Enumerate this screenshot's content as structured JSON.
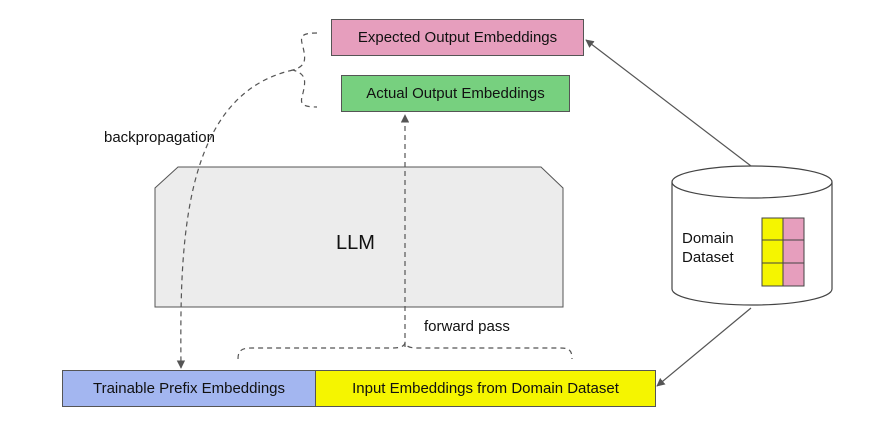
{
  "boxes": {
    "expected_output": {
      "label": "Expected Output Embeddings",
      "color": "#e69ebd"
    },
    "actual_output": {
      "label": "Actual Output Embeddings",
      "color": "#77d07f"
    },
    "trainable_prefix": {
      "label": "Trainable Prefix Embeddings",
      "color": "#a3b6f0"
    },
    "input_embeddings": {
      "label": "Input Embeddings from Domain Dataset",
      "color": "#f5f500"
    }
  },
  "llm": {
    "label": "LLM",
    "color": "#ececec"
  },
  "dataset": {
    "label": "Domain\nDataset",
    "cell_colors": [
      "#f5f500",
      "#e69ebd"
    ]
  },
  "annotations": {
    "backpropagation": "backpropagation",
    "forward_pass": "forward pass"
  }
}
